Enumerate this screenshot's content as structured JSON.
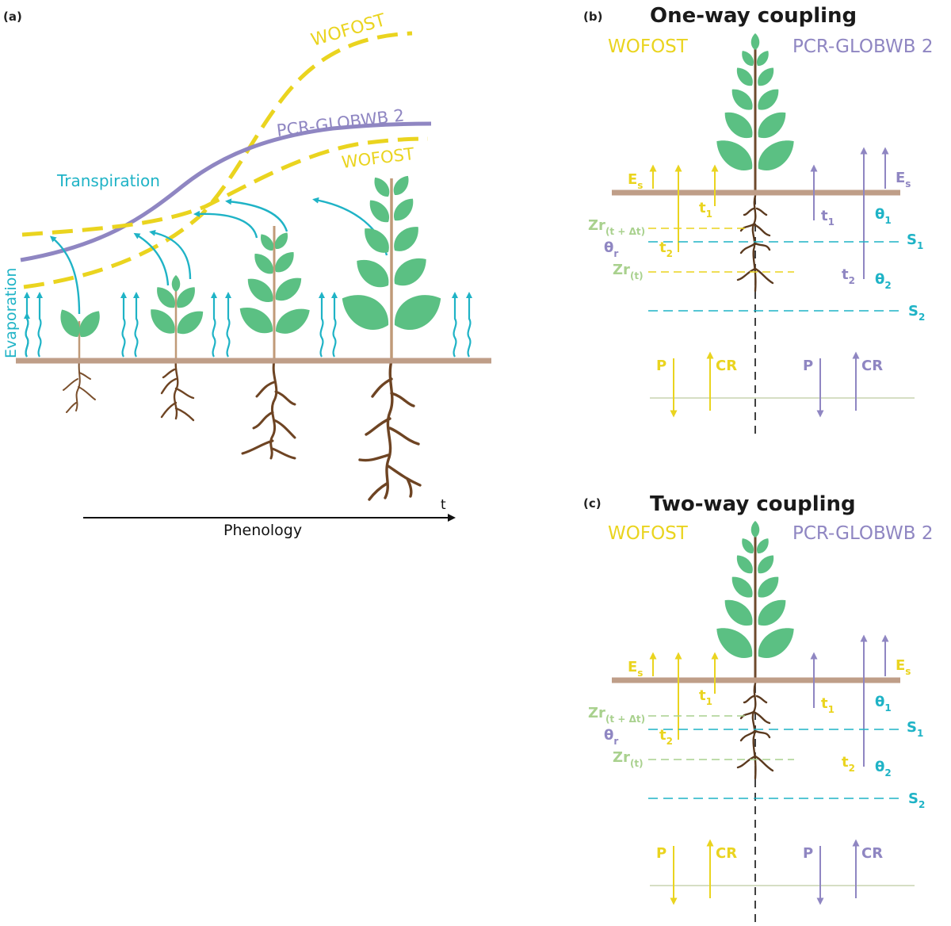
{
  "colors": {
    "wofost": "#ead41f",
    "pcr": "#8f86c2",
    "cyan": "#1fb3c6",
    "soil": "#bf9e88",
    "root": "#7a4f2c",
    "stem": "#c09a78",
    "leaf": "#5bc083",
    "zr": "#a9d18e",
    "base": "#c8d3b0",
    "ink": "#1a1a1a"
  },
  "panel_a": {
    "tag": "(a)",
    "wofost_upper": "WOFOST",
    "pcr": "PCR-GLOBWB 2",
    "wofost_lower": "WOFOST",
    "transpiration": "Transpiration",
    "evaporation": "Evaporation",
    "time_symbol": "t",
    "phenology": "Phenology"
  },
  "panel_b": {
    "tag": "(b)",
    "title": "One-way coupling",
    "left_model": "WOFOST",
    "right_model": "PCR-GLOBWB 2",
    "es_left": "E",
    "es_left_sub": "s",
    "es_right": "E",
    "es_right_sub": "s",
    "t1_left": "t",
    "t1_left_sub": "1",
    "t2_left": "t",
    "t2_left_sub": "2",
    "t1_right": "t",
    "t1_right_sub": "1",
    "t2_right": "t",
    "t2_right_sub": "2",
    "theta1": "θ",
    "theta1_sub": "1",
    "theta2": "θ",
    "theta2_sub": "2",
    "theta_r": "θ",
    "theta_r_sub": "r",
    "zr_next": "Zr",
    "zr_next_sub": "(t + Δt)",
    "zr_now": "Zr",
    "zr_now_sub": "(t)",
    "s1": "S",
    "s1_sub": "1",
    "s2": "S",
    "s2_sub": "2",
    "p_left": "P",
    "cr_left": "CR",
    "p_right": "P",
    "cr_right": "CR"
  },
  "panel_c": {
    "tag": "(c)",
    "title": "Two-way coupling",
    "left_model": "WOFOST",
    "right_model": "PCR-GLOBWB 2",
    "es_left": "E",
    "es_left_sub": "s",
    "es_right": "E",
    "es_right_sub": "s",
    "t1_left": "t",
    "t1_left_sub": "1",
    "t2_left": "t",
    "t2_left_sub": "2",
    "t1_right": "t",
    "t1_right_sub": "1",
    "t2_right": "t",
    "t2_right_sub": "2",
    "theta1": "θ",
    "theta1_sub": "1",
    "theta2": "θ",
    "theta2_sub": "2",
    "theta_r": "θ",
    "theta_r_sub": "r",
    "zr_next": "Zr",
    "zr_next_sub": "(t + Δt)",
    "zr_now": "Zr",
    "zr_now_sub": "(t)",
    "s1": "S",
    "s1_sub": "1",
    "s2": "S",
    "s2_sub": "2",
    "p_left": "P",
    "cr_left": "CR",
    "p_right": "P",
    "cr_right": "CR"
  }
}
